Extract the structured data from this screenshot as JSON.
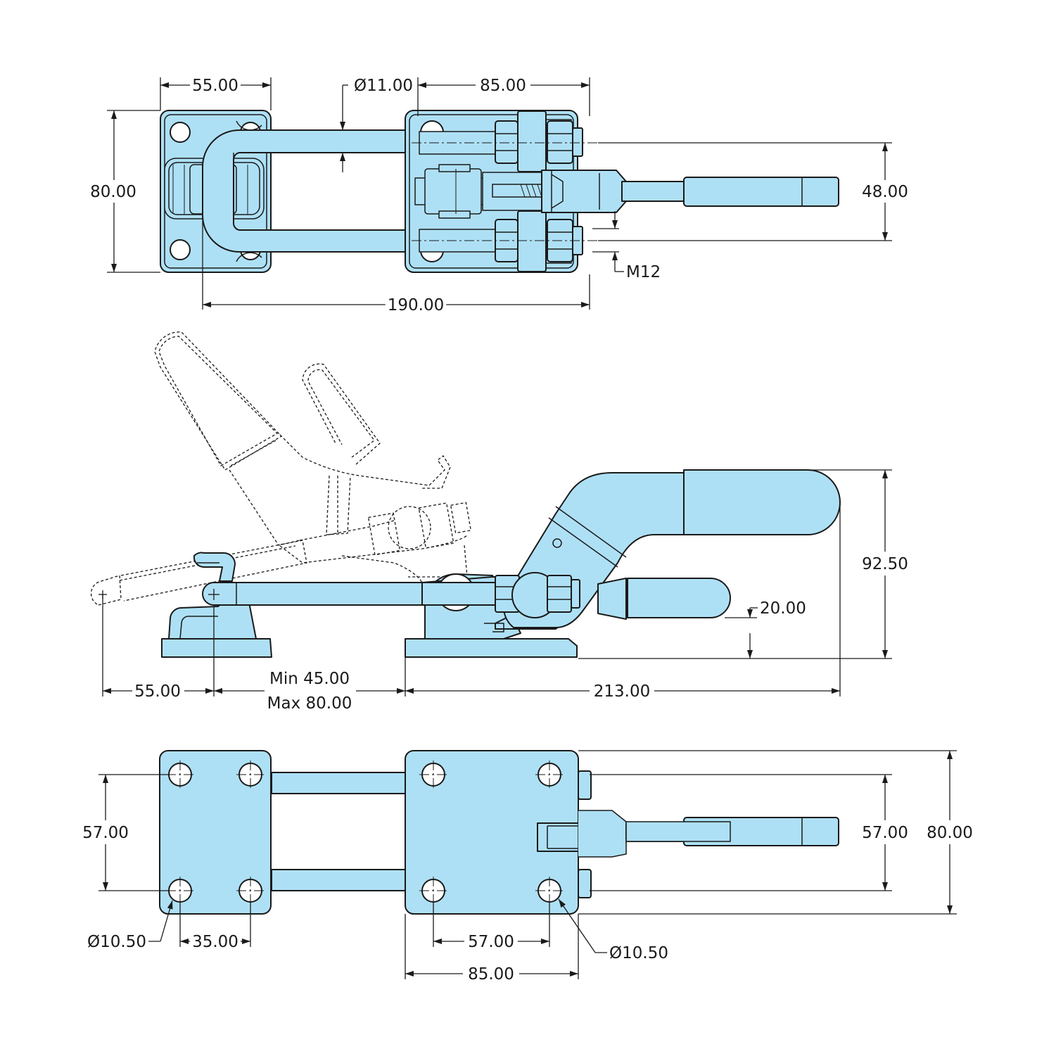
{
  "colors": {
    "part_fill": "#aee0f5",
    "line": "#1a1a1a",
    "background": "#ffffff"
  },
  "top_view": {
    "width_left_base": "55.00",
    "rod_diameter": "Ø11.00",
    "width_right_base": "85.00",
    "height_base": "80.00",
    "rod_spacing": "48.00",
    "thread": "M12",
    "overall_length": "190.00"
  },
  "side_view": {
    "height_total": "92.50",
    "handle_height": "20.00",
    "travel_length": "55.00",
    "adjust_min": "Min 45.00",
    "adjust_max": "Max 80.00",
    "clamp_length": "213.00"
  },
  "bottom_view": {
    "hole_spacing_left": "57.00",
    "hole_diameter_left": "Ø10.50",
    "hole_pitch_left": "35.00",
    "hole_pitch_right": "57.00",
    "base_width_right": "85.00",
    "hole_diameter_right": "Ø10.50",
    "hole_spacing_right": "57.00",
    "overall_height": "80.00"
  }
}
